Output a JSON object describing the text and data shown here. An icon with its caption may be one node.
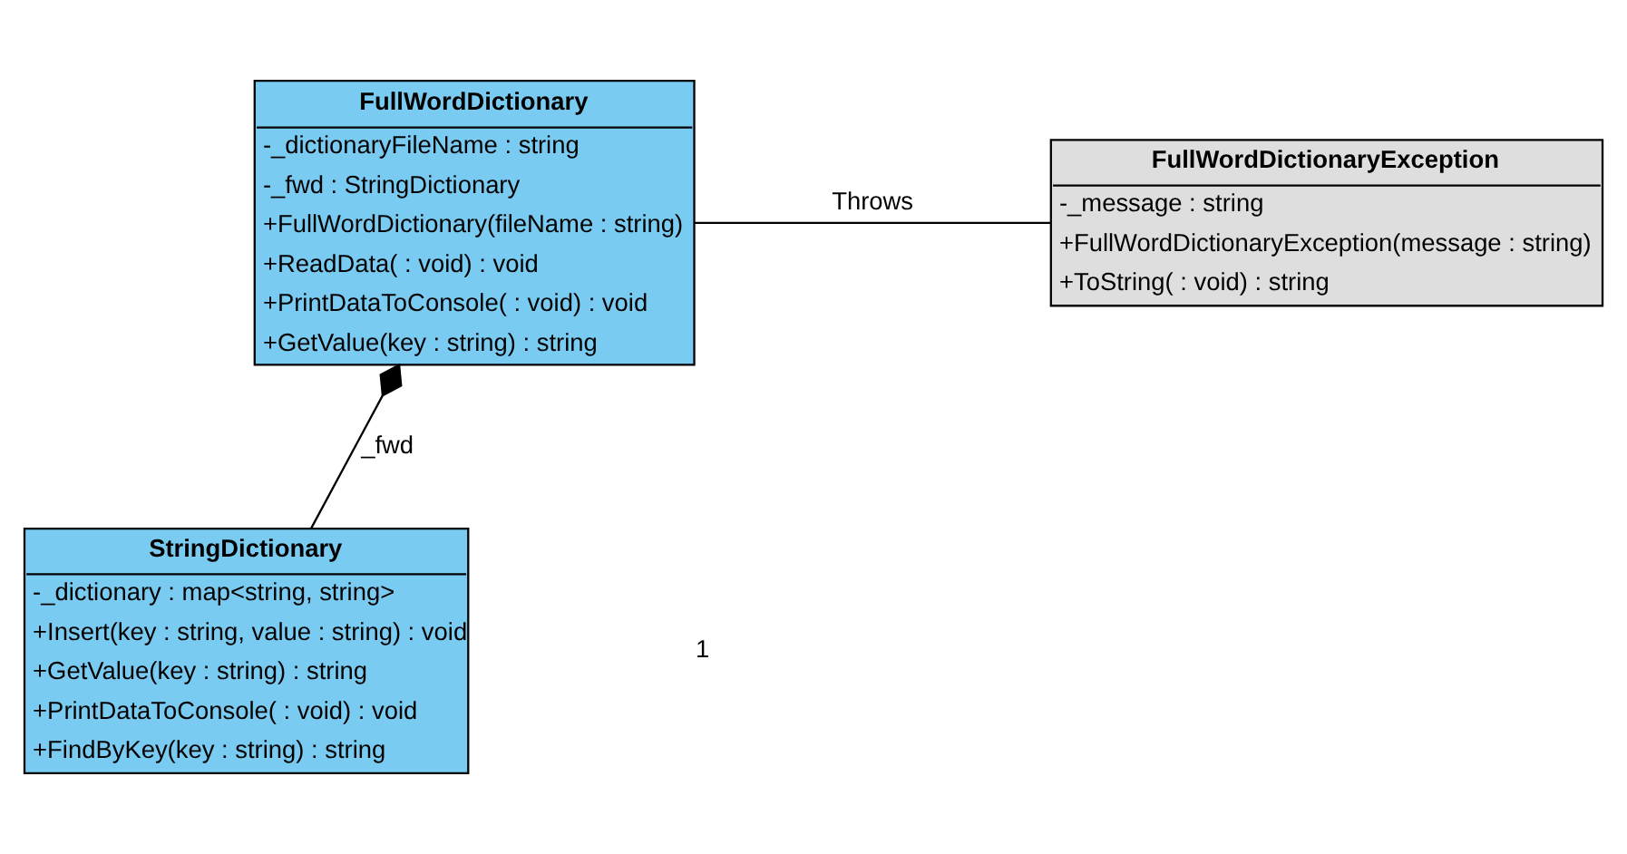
{
  "diagram": {
    "nodes": [
      {
        "text": [
          "FullWordDictionary",
          "-_dictionaryFileName : string",
          "-_fwd : StringDictionary",
          "+FullWordDictionary(fileName : string)",
          "+ReadData( : void) : void",
          "+PrintDataToConsole( : void) : void",
          "+GetValue(key : string) : string"
        ]
      },
      {
        "text": [
          "FullWordDictionaryException",
          "-_message : string",
          "+FullWordDictionaryException(message : string)",
          "+ToString( : void) : string"
        ]
      },
      {
        "text": [
          "StringDictionary",
          "-_dictionary : map<string, string>",
          "+Insert(key : string, value : string) : void",
          "+GetValue(key : string) : string",
          "+PrintDataToConsole( : void) : void",
          "+FindByKey(key : string) : string"
        ]
      }
    ],
    "edges": [
      {
        "from": 0,
        "to": 1,
        "arrow": "none",
        "label": "Throws"
      },
      {
        "from": 0,
        "to": 2,
        "arrow": "other",
        "label": "_fwd"
      }
    ],
    "labels": [
      "1"
    ]
  }
}
